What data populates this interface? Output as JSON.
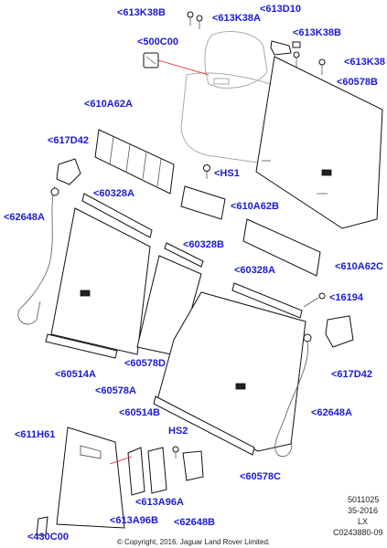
{
  "callouts": {
    "c613k38b_top": "<613K38B",
    "c613k38a_top": "<613K38A",
    "c613d10": "<613D10",
    "c613k38b_right": "<613K38B",
    "c613k38_right": "<613K38",
    "c500c00": "<500C00",
    "c60578b_top": "<60578B",
    "c610a62a": "<610A62A",
    "c617d42_left": "<617D42",
    "chs1": "<HS1",
    "c60328a_left": "<60328A",
    "c610a62b": "<610A62B",
    "c62648a_left": "<62648A",
    "c60328b": "<60328B",
    "c610a62c": "<610A62C",
    "c60328a_right": "<60328A",
    "c16194": "<16194",
    "c60578d": "<60578D",
    "c60514a_left": "<60514A",
    "c617d42_right": "<617D42",
    "c60578a": "<60578A",
    "c60514b": "<60514B",
    "c62648a_right": "<62648A",
    "c611h61": "<611H61",
    "chs2": "HS2",
    "c60578c": "<60578C",
    "c613a96a": "<613A96A",
    "c613a96b": "<613A96B",
    "c62648b": "<62648B",
    "c430c00": "<430C00"
  },
  "meta": {
    "ref_number": "5011025",
    "ref_date": "35-2016",
    "ref_model": "LX",
    "ref_code": "C0243880-09"
  },
  "footer": {
    "copyright": "© Copyright, 2016. Jaguar Land Rover Limited."
  },
  "colors": {
    "callout_text": "#1a1ad6",
    "leader_red": "#d22222",
    "line": "#111111"
  }
}
